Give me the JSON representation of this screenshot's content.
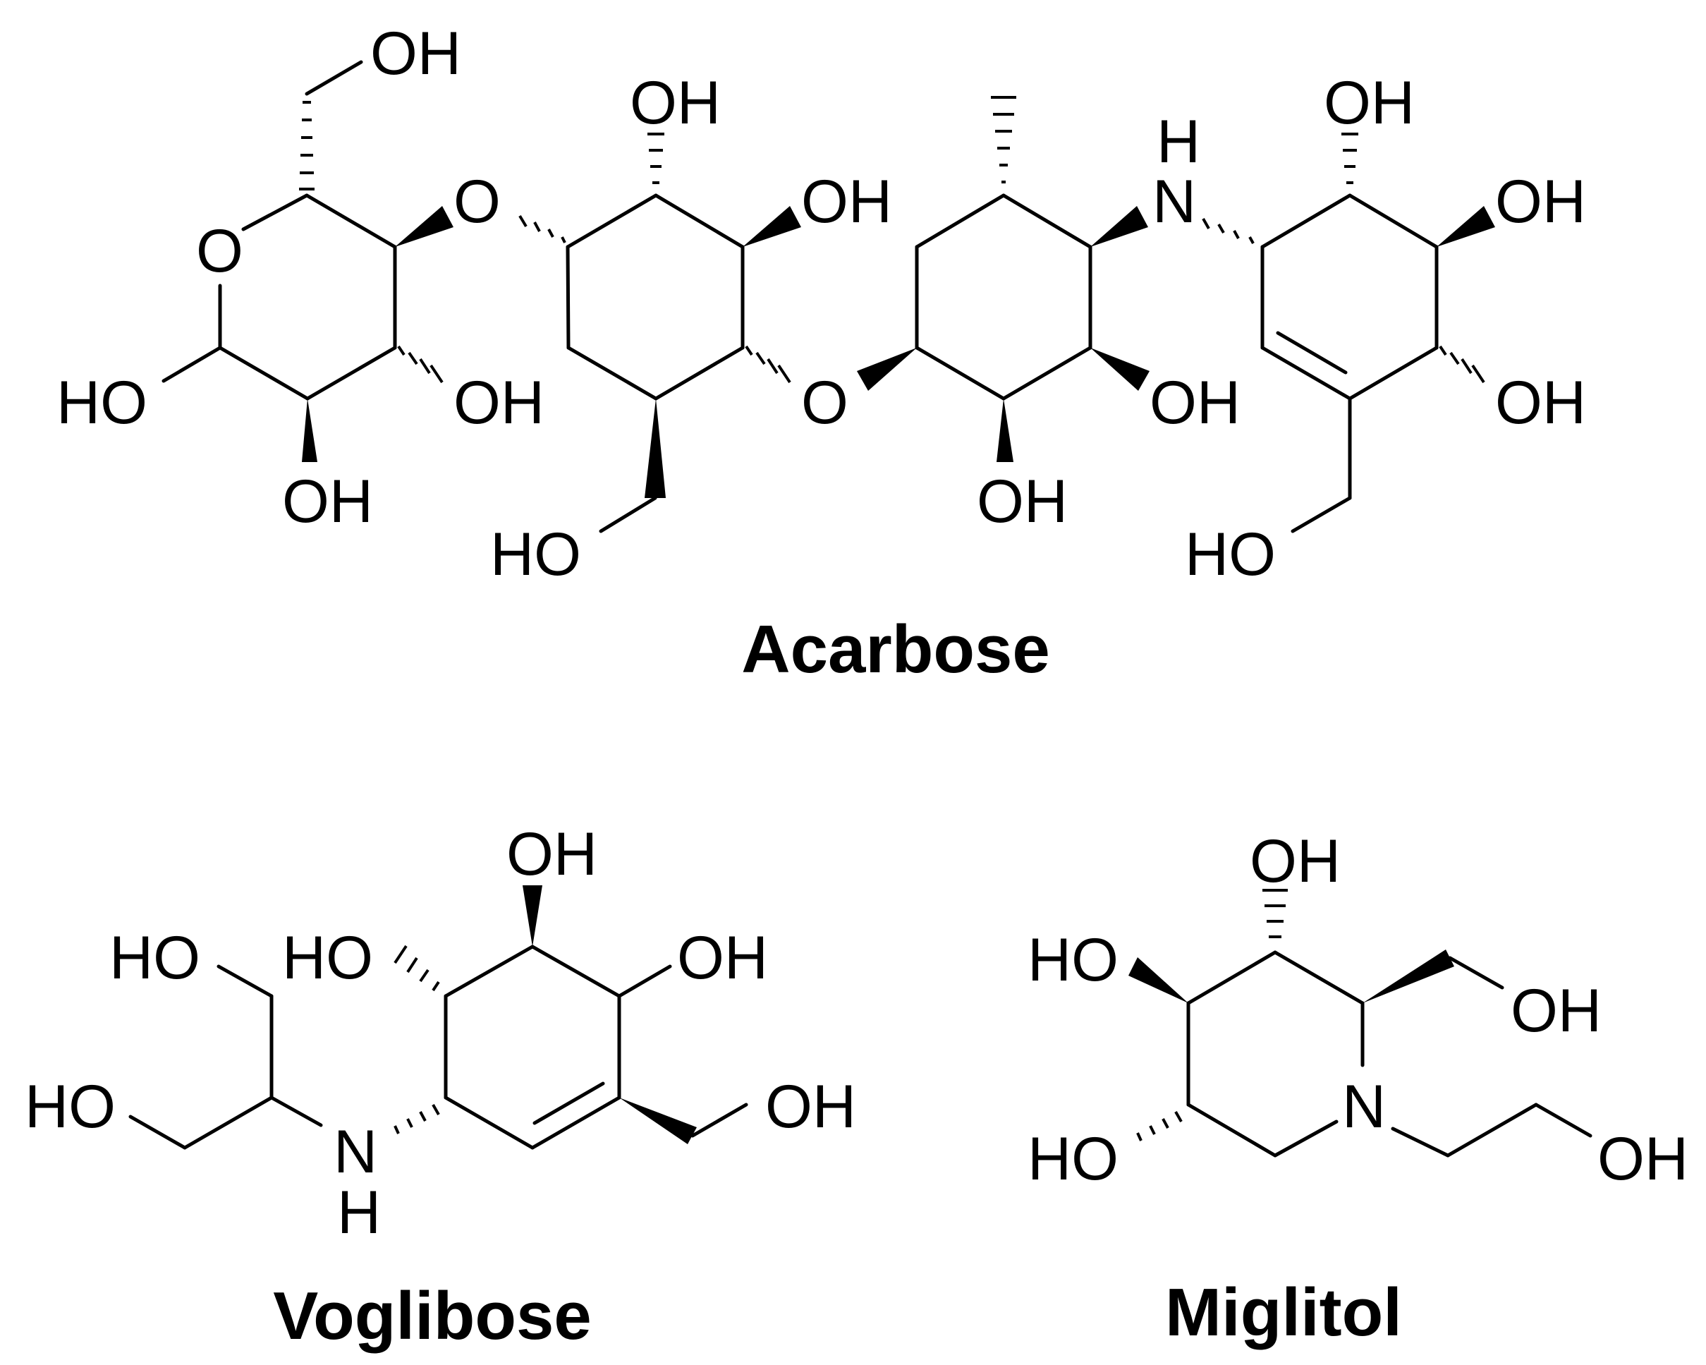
{
  "molecules": [
    {
      "name": "Acarbose",
      "atoms": [
        {
          "text": "OH"
        },
        {
          "text": "O"
        },
        {
          "text": "O"
        },
        {
          "text": "HO"
        },
        {
          "text": "OH"
        },
        {
          "text": "OH"
        },
        {
          "text": "OH"
        },
        {
          "text": "OH"
        },
        {
          "text": "O"
        },
        {
          "text": "HO"
        },
        {
          "text": "H"
        },
        {
          "text": "N"
        },
        {
          "text": "OH"
        },
        {
          "text": "OH"
        },
        {
          "text": "OH"
        },
        {
          "text": "OH"
        },
        {
          "text": "OH"
        },
        {
          "text": "HO"
        }
      ]
    },
    {
      "name": "Voglibose",
      "atoms": [
        {
          "text": "OH"
        },
        {
          "text": "HO"
        },
        {
          "text": "HO"
        },
        {
          "text": "OH"
        },
        {
          "text": "HO"
        },
        {
          "text": "N"
        },
        {
          "text": "H"
        },
        {
          "text": "OH"
        }
      ]
    },
    {
      "name": "Miglitol",
      "atoms": [
        {
          "text": "OH"
        },
        {
          "text": "HO"
        },
        {
          "text": "OH"
        },
        {
          "text": "N"
        },
        {
          "text": "HO"
        },
        {
          "text": "OH"
        }
      ]
    }
  ]
}
